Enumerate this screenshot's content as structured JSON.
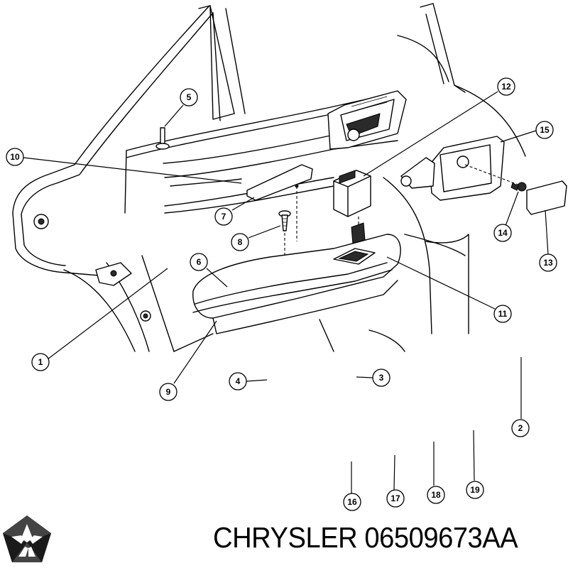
{
  "diagram": {
    "callouts": [
      {
        "id": "c1",
        "label": "1"
      },
      {
        "id": "c2",
        "label": "2"
      },
      {
        "id": "c3",
        "label": "3"
      },
      {
        "id": "c4",
        "label": "4"
      },
      {
        "id": "c5",
        "label": "5"
      },
      {
        "id": "c6",
        "label": "6"
      },
      {
        "id": "c7",
        "label": "7"
      },
      {
        "id": "c8",
        "label": "8"
      },
      {
        "id": "c9",
        "label": "9"
      },
      {
        "id": "c10",
        "label": "10"
      },
      {
        "id": "c11",
        "label": "11"
      },
      {
        "id": "c12",
        "label": "12"
      },
      {
        "id": "c13",
        "label": "13"
      },
      {
        "id": "c14",
        "label": "14"
      },
      {
        "id": "c15",
        "label": "15"
      },
      {
        "id": "c16",
        "label": "16"
      },
      {
        "id": "c17",
        "label": "17"
      },
      {
        "id": "c18",
        "label": "18"
      },
      {
        "id": "c19",
        "label": "19"
      }
    ]
  },
  "footer": {
    "logo_icon": "chrysler-pentastar-icon",
    "caption": "CHRYSLER 06509673AA"
  }
}
